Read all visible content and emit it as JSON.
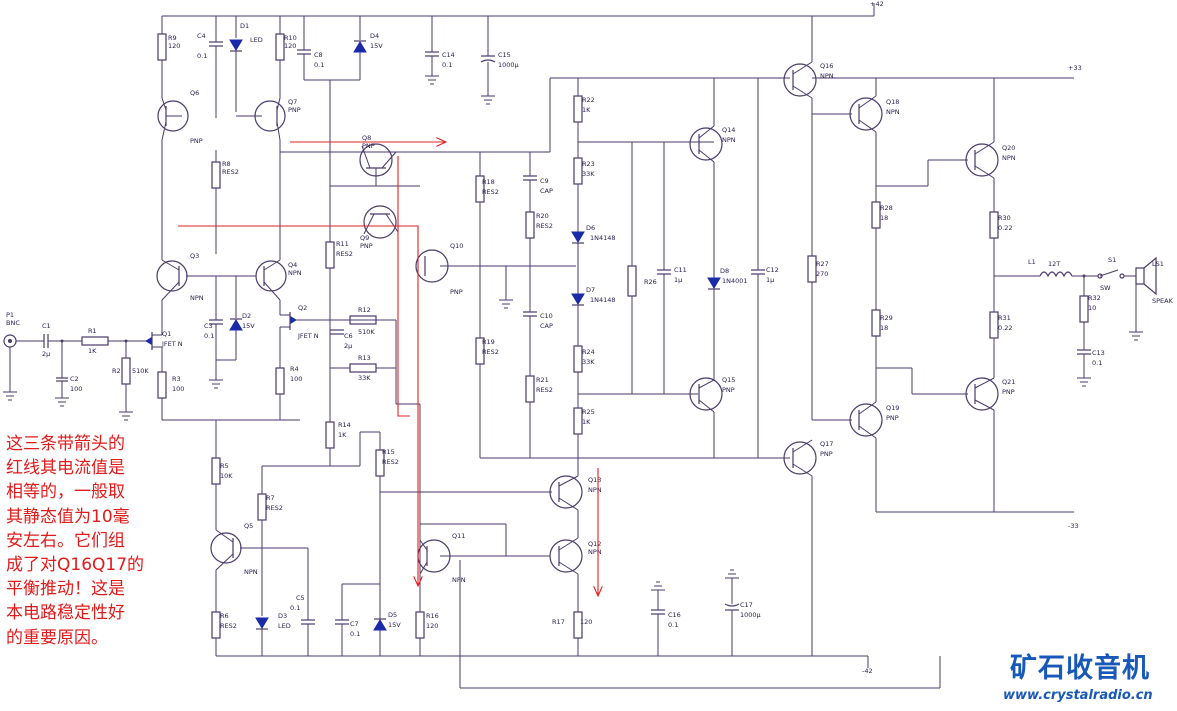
{
  "rails": {
    "vpos": "+42",
    "vpos_out": "+33",
    "vneg": "-42",
    "vneg_out": "-33"
  },
  "components": {
    "R9": "R9",
    "R9v": "120",
    "C4": "C4",
    "C4v": "0.1",
    "D1": "D1",
    "D1v": "LED",
    "R10": "R10",
    "R10v": "120",
    "C8": "C8",
    "C8v": "0.1",
    "D4": "D4",
    "D4v": "15V",
    "C14": "C14",
    "C14v": "0.1",
    "C15": "C15",
    "C15v": "1000μ",
    "Q6": "Q6",
    "Q6t": "PNP",
    "Q7": "Q7",
    "Q7t": "PNP",
    "Q8": "Q8",
    "Q8t": "PNP",
    "R8": "R8",
    "R8v": "RES2",
    "R11": "R11",
    "R11v": "RES2",
    "Q9": "Q9",
    "Q9t": "PNP",
    "Q3": "Q3",
    "Q3t": "NPN",
    "Q4": "Q4",
    "Q4t": "NPN",
    "C3": "C3",
    "C3v": "0.1",
    "D2": "D2",
    "D2v": "15V",
    "Q1": "Q1",
    "Q1t": "JFET N",
    "Q2": "Q2",
    "Q2t": "JFET N",
    "P1": "P1",
    "P1t": "BNC",
    "C1": "C1",
    "C1v": "2μ",
    "R1": "R1",
    "R1v": "1K",
    "R2": "R2",
    "R2v": "510K",
    "C2": "C2",
    "C2v": "100",
    "R3": "R3",
    "R3v": "100",
    "R4": "R4",
    "R4v": "100",
    "R12": "R12",
    "R12v": "510K",
    "C6": "C6",
    "C6v": "2μ",
    "R13": "R13",
    "R13v": "33K",
    "R14": "R14",
    "R14v": "1K",
    "R15": "R15",
    "R15v": "RES2",
    "R5": "R5",
    "R5v": "10K",
    "R7": "R7",
    "R7v": "RES2",
    "Q5": "Q5",
    "Q5t": "NPN",
    "R6": "R6",
    "R6v": "RES2",
    "D3": "D3",
    "D3v": "LED",
    "C5": "C5",
    "C5v": "0.1",
    "C7": "C7",
    "C7v": "0.1",
    "D5": "D5",
    "D5v": "15V",
    "R16": "R16",
    "R16v": "120",
    "Q11": "Q11",
    "Q11t": "NPN",
    "Q10": "Q10",
    "Q10t": "PNP",
    "R18": "R18",
    "R18v": "RES2",
    "R19": "R19",
    "R19v": "RES2",
    "C9": "C9",
    "C9v": "CAP",
    "R20": "R20",
    "R20v": "RES2",
    "C10": "C10",
    "C10v": "CAP",
    "R21": "R21",
    "R21v": "RES2",
    "R22": "R22",
    "R22v": "1K",
    "R23": "R23",
    "R23v": "33K",
    "D6": "D6",
    "D6v": "1N4148",
    "D7": "D7",
    "D7v": "1N4148",
    "R24": "R24",
    "R24v": "33K",
    "R25": "R25",
    "R25v": "1K",
    "Q13": "Q13",
    "Q13t": "NPN",
    "Q12": "Q12",
    "Q12t": "NPN",
    "R17": "R17",
    "R17v": "120",
    "Q14": "Q14",
    "Q14t": "NPN",
    "Q15": "Q15",
    "Q15t": "PNP",
    "R26": "R26",
    "C11": "C11",
    "C11v": "1μ",
    "D8": "D8",
    "D8v": "1N4001",
    "C12": "C12",
    "C12v": "1μ",
    "C16": "C16",
    "C16v": "0.1",
    "C17": "C17",
    "C17v": "1000μ",
    "Q16": "Q16",
    "Q16t": "NPN",
    "Q17": "Q17",
    "Q17t": "PNP",
    "R27": "R27",
    "R27v": "270",
    "Q18": "Q18",
    "Q18t": "NPN",
    "Q19": "Q19",
    "Q19t": "PNP",
    "R28": "R28",
    "R28v": "18",
    "R29": "R29",
    "R29v": "18",
    "Q20": "Q20",
    "Q20t": "NPN",
    "Q21": "Q21",
    "Q21t": "PNP",
    "R30": "R30",
    "R30v": "0.22",
    "R31": "R31",
    "R31v": "0.22",
    "L1": "L1",
    "L1v": "12T",
    "R32": "R32",
    "R32v": "10",
    "C13": "C13",
    "C13v": "0.1",
    "S1": "S1",
    "S1v": "SW",
    "LS1": "LS1",
    "LS1v": "SPEAK"
  },
  "note": {
    "lines": [
      "这三条带箭头的",
      "红线其电流值是",
      "相等的，一般取",
      "其静态值为10毫",
      "安左右。它们组",
      "成了对Q16Q17的",
      "平衡推动！这是",
      "本电路稳定性好",
      "的重要原因。"
    ]
  },
  "watermark": {
    "title": "矿石收音机",
    "url": "www.crystalradio.cn"
  },
  "colors": {
    "wire": "#4a3a6a",
    "component_blue": "#1a2aa8",
    "annotation_red": "#e02020",
    "logo_blue": "#1758b8"
  }
}
